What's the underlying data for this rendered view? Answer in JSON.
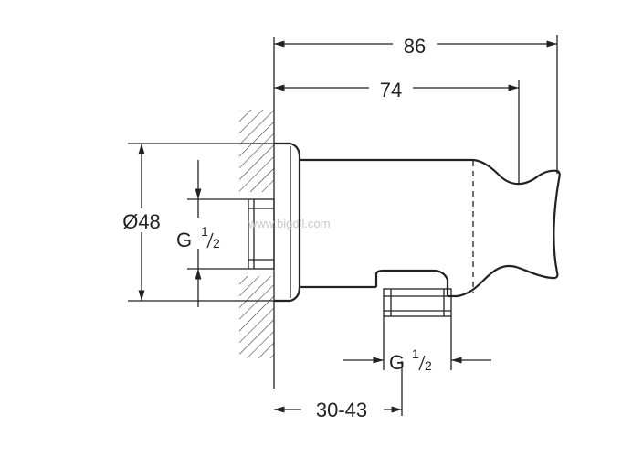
{
  "dimensions": {
    "overall_length": "86",
    "body_length": "74",
    "diameter": "Ø48",
    "thread_left_main": "G",
    "thread_left_num": "1",
    "thread_left_den": "2",
    "thread_bottom_main": "G",
    "thread_bottom_num": "1",
    "thread_bottom_den": "2",
    "wall_range": "30-43"
  },
  "watermark": "www.bigdil.com",
  "colors": {
    "line": "#222222",
    "background": "#ffffff",
    "watermark": "#c8c8c8"
  }
}
